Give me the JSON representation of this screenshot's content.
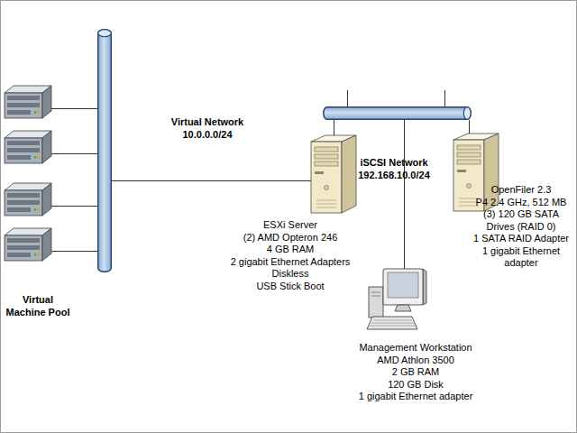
{
  "diagram": {
    "nodes": [
      {
        "text": [
          "Virtual Network",
          "10.0.0.0/24"
        ]
      },
      {
        "text": [
          "Virtual Machine Pool"
        ]
      },
      {
        "text": [
          "iSCSI Network",
          "192.168.10.0/24"
        ]
      },
      {
        "text": [
          "ESXi Server",
          "(2) AMD Opteron 246",
          "4 GB RAM",
          "2 gigabit Ethernet Adapters",
          "Diskless",
          "USB Stick Boot"
        ]
      },
      {
        "text": [
          "OpenFiler 2.3",
          "P4 2.4 GHz, 512 MB",
          "(3) 120 GB SATA Drives (RAID 0)",
          "1 SATA RAID Adapter",
          "1 gigabit Ethernet adapter"
        ]
      },
      {
        "text": [
          "Management Workstation",
          "AMD Athlon 3500",
          "2 GB RAM",
          "120 GB Disk",
          "1 gigabit Ethernet adapter"
        ]
      }
    ],
    "edges": [
      {
        "from": 1,
        "to": 0,
        "arrow": "none"
      },
      {
        "from": 1,
        "to": 0,
        "arrow": "none"
      },
      {
        "from": 1,
        "to": 0,
        "arrow": "none"
      },
      {
        "from": 1,
        "to": 0,
        "arrow": "none"
      },
      {
        "from": 0,
        "to": 3,
        "arrow": "none"
      },
      {
        "from": 2,
        "to": 3,
        "arrow": "none"
      },
      {
        "from": 2,
        "to": 5,
        "arrow": "none"
      },
      {
        "from": 2,
        "to": 4,
        "arrow": "none"
      }
    ]
  }
}
